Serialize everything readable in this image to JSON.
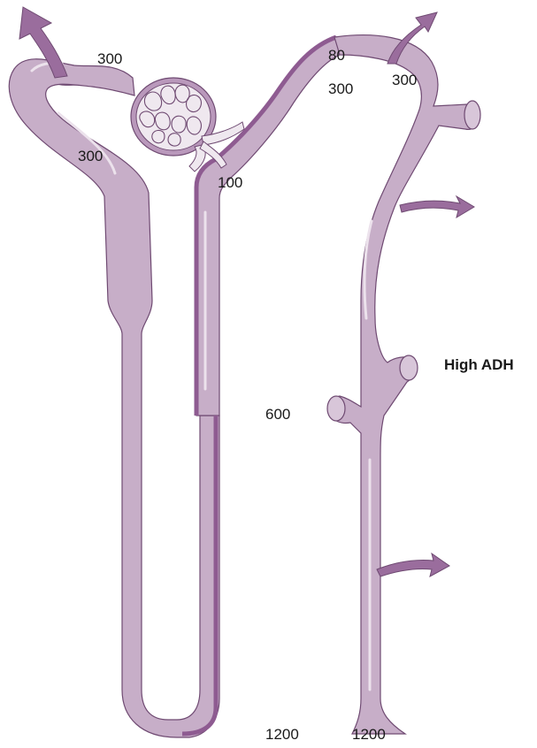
{
  "diagram": {
    "labels": {
      "glomerulus_osm": "300",
      "proximal_osm": "300",
      "distal_top_osm": "80",
      "distal_top_osm2": "300",
      "collecting_top_osm": "300",
      "ascending_thick_osm": "100",
      "medulla_mid_osm": "600",
      "loop_bottom_osm": "1200",
      "collecting_bottom_osm": "1200",
      "hormone_condition": "High ADH"
    },
    "colors": {
      "tubule_fill": "#c7aec8",
      "tubule_dark": "#8c5f8f",
      "tubule_outline": "#6f4a72",
      "thick_segment": "#8e5b91",
      "arrow_fill": "#9a6d9d",
      "highlight": "#ece2ec",
      "capillary_fill": "#efe8ef"
    }
  }
}
